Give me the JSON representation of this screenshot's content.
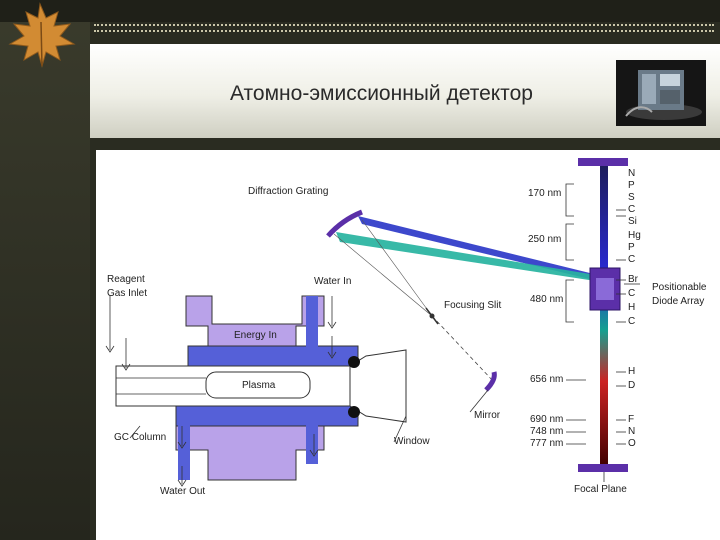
{
  "title": "Атомно-эмиссионный детектор",
  "labels": {
    "diffraction_grating": "Diffraction Grating",
    "reagent_gas_inlet_line1": "Reagent",
    "reagent_gas_inlet_line2": "Gas Inlet",
    "water_in": "Water In",
    "focusing_slit": "Focusing Slit",
    "energy_in": "Energy In",
    "plasma": "Plasma",
    "mirror": "Mirror",
    "gc_column": "GC Column",
    "window": "Window",
    "water_out": "Water Out",
    "focal_plane": "Focal Plane",
    "positionable_diode_array_line1": "Positionable",
    "positionable_diode_array_line2": "Diode Array"
  },
  "wavelengths": [
    "170 nm",
    "250 nm",
    "480 nm",
    "656 nm",
    "690 nm",
    "748 nm",
    "777 nm"
  ],
  "elements": {
    "group_170": [
      "N",
      "P",
      "S",
      "C",
      "Si",
      "Hg"
    ],
    "group_250": [
      "P",
      "C"
    ],
    "group_480": [
      "Br",
      "C",
      "H",
      "C"
    ],
    "group_656": [
      "H",
      "D"
    ],
    "group_690": [
      "F",
      "N",
      "O"
    ]
  },
  "colors": {
    "cavity_purple": "#b9a2e9",
    "detector_purple": "#5b2fa8",
    "blue_beam": "#2d38c8",
    "teal_beam": "#27b3a0",
    "plasma_blue": "#5560d8"
  }
}
